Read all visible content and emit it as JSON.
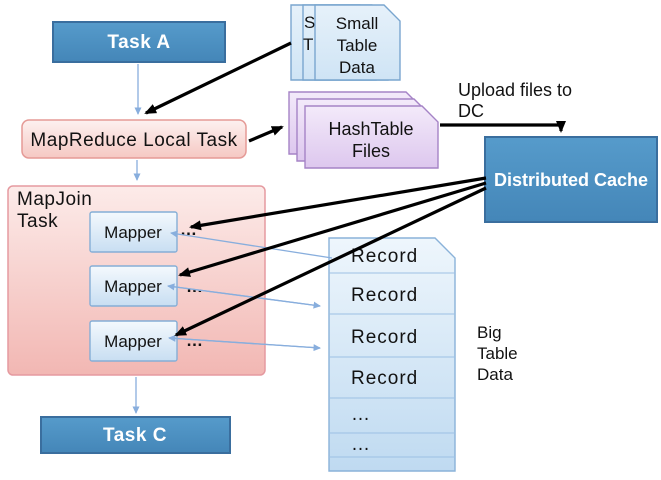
{
  "diagram": {
    "background": "#ffffff",
    "nodes": {
      "task_a": {
        "label": "Task A"
      },
      "mapreduce_local_task": {
        "label": "MapReduce Local Task"
      },
      "mapjoin_task": {
        "label_lines": [
          "MapJoin",
          "Task"
        ]
      },
      "mappers": [
        {
          "label": "Mapper",
          "ellipsis": "…"
        },
        {
          "label": "Mapper",
          "ellipsis": "…"
        },
        {
          "label": "Mapper",
          "ellipsis": "…"
        }
      ],
      "task_c": {
        "label": "Task C"
      },
      "distributed_cache": {
        "label": "Distributed Cache"
      },
      "small_table_data": {
        "label_lines": [
          "Small",
          "Table",
          "Data"
        ],
        "back_sheet_letters": [
          "S",
          "T"
        ]
      },
      "hashtable_files": {
        "label_lines": [
          "HashTable",
          "Files"
        ]
      },
      "big_table": {
        "rows": [
          "Record",
          "Record",
          "Record",
          "Record",
          "…",
          "…"
        ],
        "label_lines": [
          "Big",
          "Table",
          "Data"
        ]
      }
    },
    "annotations": {
      "upload_label_lines": [
        "Upload files to",
        "DC"
      ]
    },
    "colors": {
      "node_blue_fill": "#4a8fc0",
      "node_blue_border": "#3a6e9e",
      "pink_fill": "#f8d9d7",
      "pink_border": "#e59a96",
      "mapper_fill": "#d8e8f6",
      "mapper_border": "#85aed6",
      "small_table_doc_fill": "#d9eaf7",
      "small_table_doc_border": "#7aa6cf",
      "hashtable_doc_fill": "#e9dcf5",
      "hashtable_doc_border": "#a583c6",
      "record_table_border": "#8ab2d9",
      "arrow_black": "#000000",
      "arrow_blue": "#88aedd",
      "text_dark": "#121212",
      "text_light": "#ffffff"
    }
  }
}
